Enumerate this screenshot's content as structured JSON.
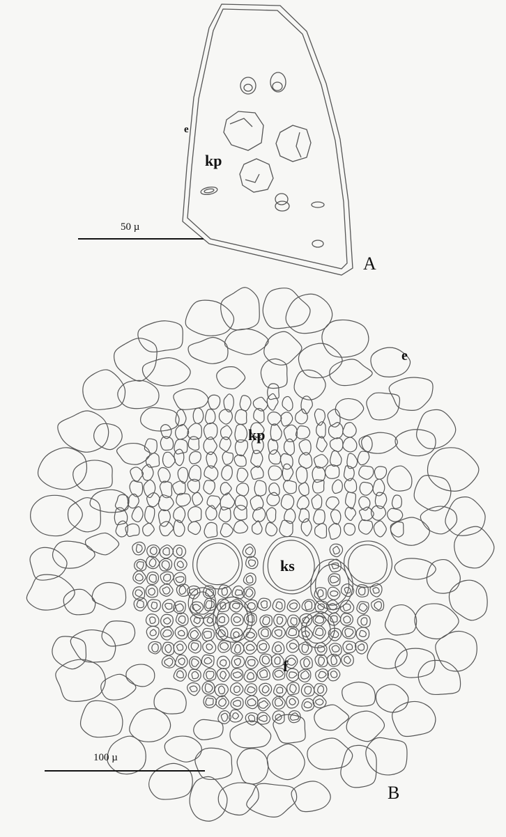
{
  "panelA": {
    "letter": "A",
    "labels": {
      "epidermis": "e",
      "cortex_parenchyma": "kp"
    },
    "scale_text": "50 µ"
  },
  "panelB": {
    "letter": "B",
    "labels": {
      "epidermis": "e",
      "cortex_parenchyma": "kp",
      "xylem": "ks",
      "fibers": "f"
    },
    "scale_text": "100 µ"
  },
  "colors": {
    "ink": "#111111",
    "cell_line": "#555555",
    "background": "#f7f7f5"
  }
}
